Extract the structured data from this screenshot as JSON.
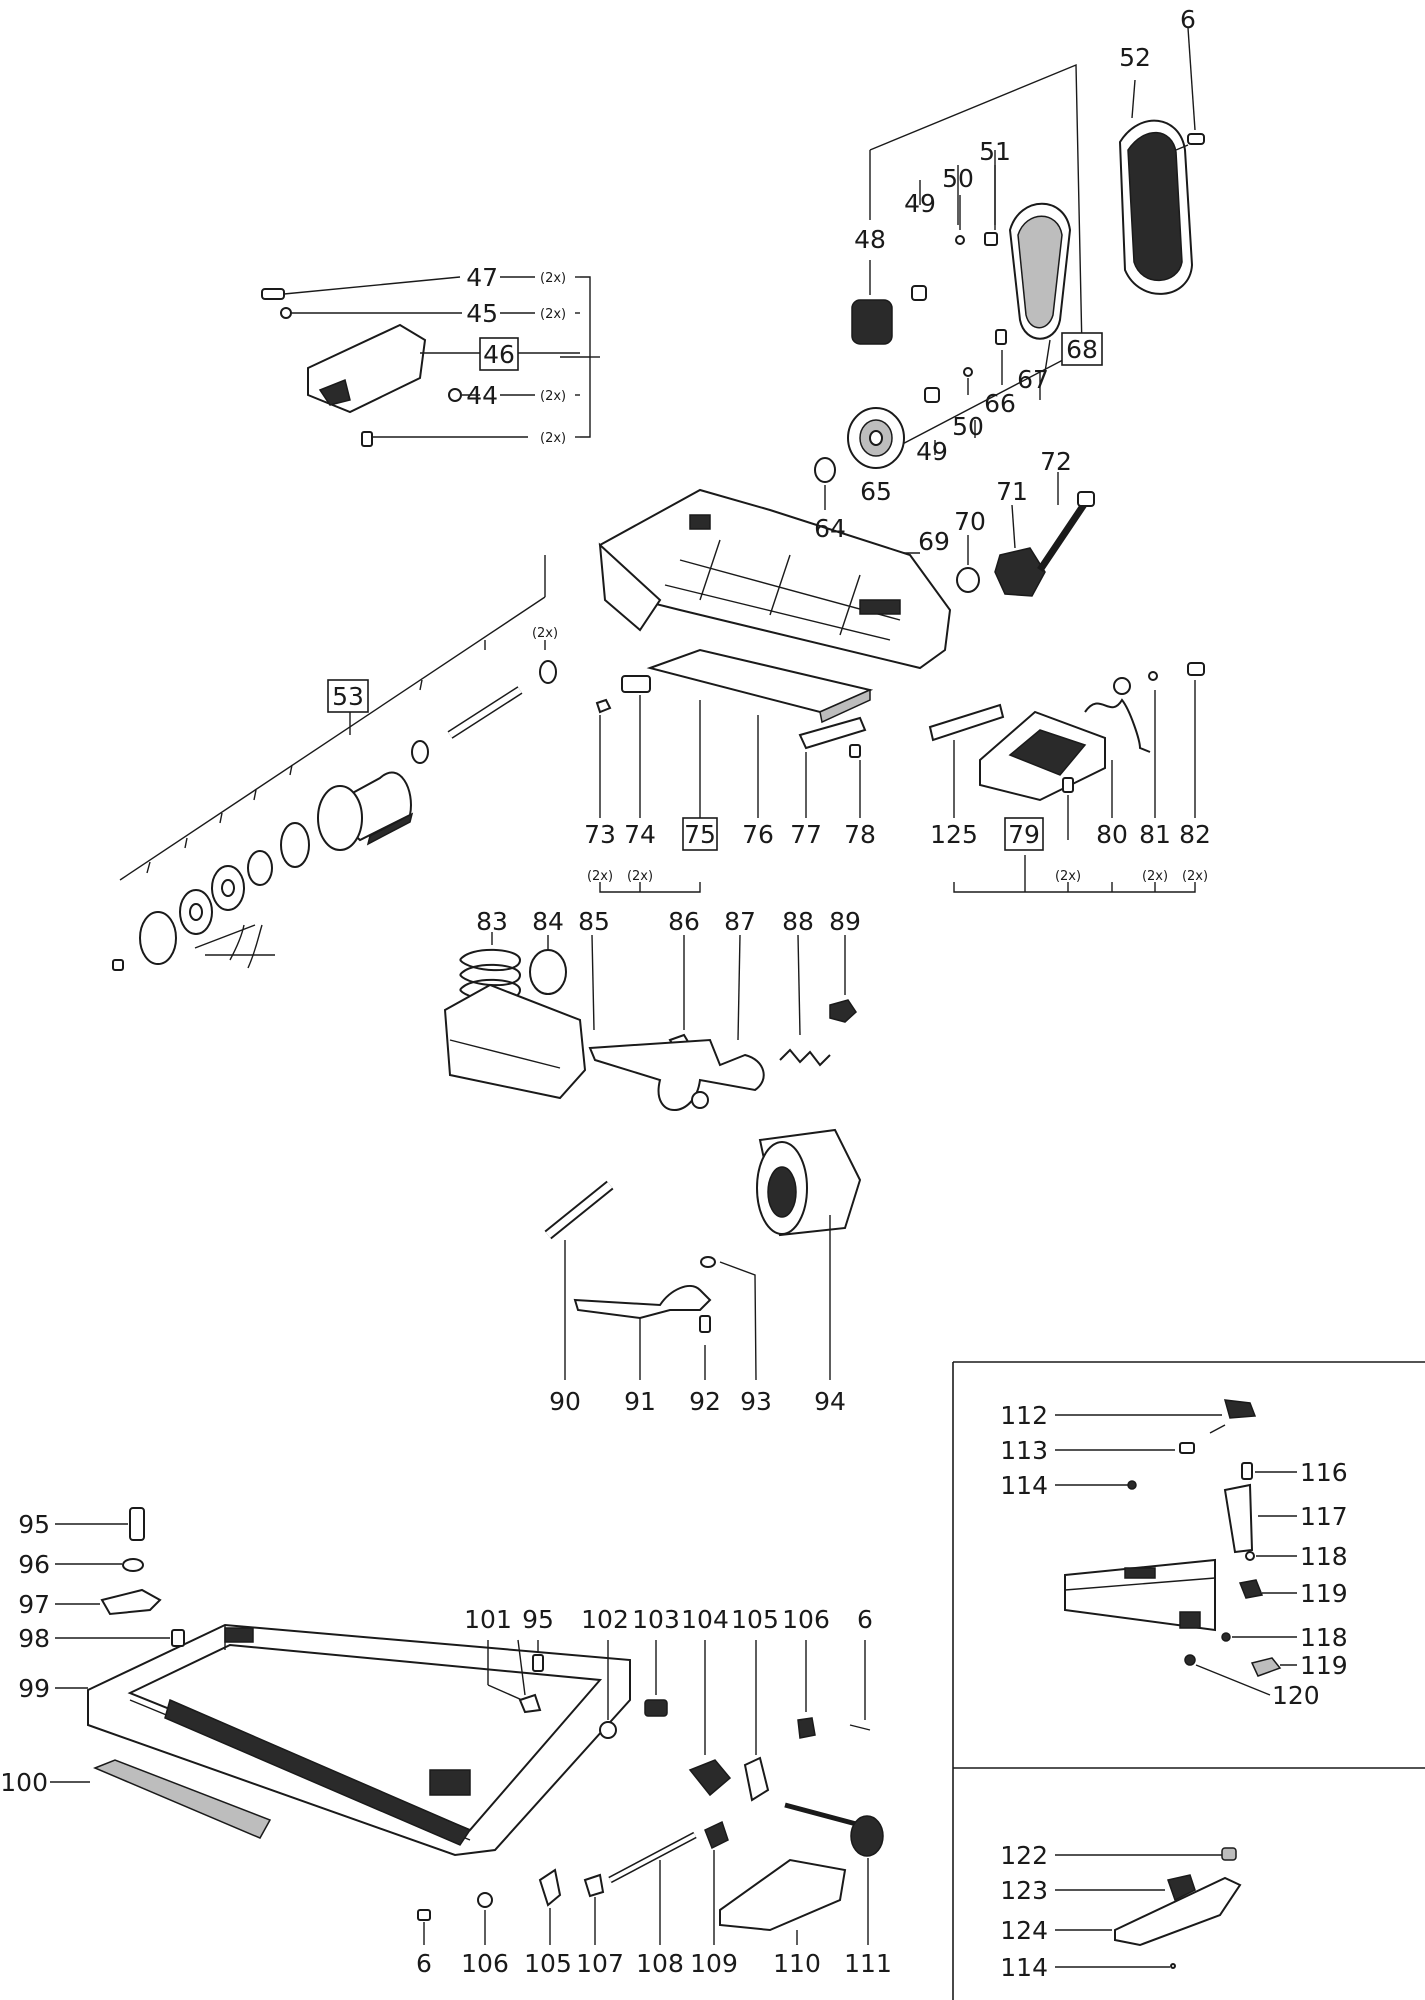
{
  "upper_labels": [
    "6",
    "52",
    "51",
    "50",
    "49",
    "48",
    "68",
    "67",
    "66",
    "50",
    "49",
    "65",
    "64",
    "72",
    "71",
    "70",
    "69"
  ],
  "adjuster_block": {
    "labels": [
      "47",
      "45",
      "46",
      "44"
    ],
    "qty": [
      "(2x)",
      "(2x)",
      "(2x)",
      "(2x)"
    ]
  },
  "roller_assembly": {
    "label": "53",
    "qty": "(2x)"
  },
  "guide_row": {
    "labels": [
      "73",
      "74",
      "75",
      "76",
      "77",
      "78",
      "125",
      "79",
      "80",
      "81",
      "82"
    ],
    "qty": [
      "(2x)",
      "(2x)",
      "(2x)",
      "(2x)",
      "(2x)"
    ]
  },
  "mid_row": {
    "labels": [
      "83",
      "84",
      "85",
      "86",
      "87",
      "88",
      "89"
    ]
  },
  "lower_row": {
    "labels": [
      "90",
      "91",
      "92",
      "93",
      "94"
    ]
  },
  "base_left": {
    "labels": [
      "95",
      "96",
      "97",
      "98",
      "99",
      "100"
    ]
  },
  "base_top": {
    "labels": [
      "101",
      "95",
      "102",
      "103",
      "104",
      "105",
      "106",
      "6"
    ]
  },
  "base_bottom": {
    "labels": [
      "6",
      "106",
      "105",
      "107",
      "108",
      "109",
      "110",
      "111"
    ]
  },
  "inset_top": {
    "labels": [
      "112",
      "113",
      "114",
      "116",
      "117",
      "118",
      "119",
      "118",
      "119",
      "120"
    ]
  },
  "inset_bottom": {
    "labels": [
      "122",
      "123",
      "124",
      "114"
    ]
  }
}
